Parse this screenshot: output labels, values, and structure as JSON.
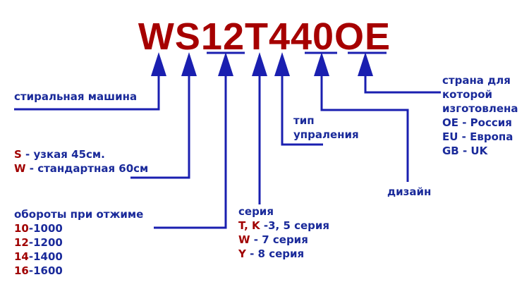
{
  "model_code": "WS12T440OE",
  "colors": {
    "code": "#a60000",
    "arrow": "#1a1fb0",
    "text": "#1a2a9a",
    "accent": "#a00000"
  },
  "labels": {
    "type": "стиральная машина",
    "width": {
      "lines": [
        {
          "key": "S",
          "text": " - узкая 45см."
        },
        {
          "key": "W",
          "text": " - стандартная 60см"
        }
      ]
    },
    "spin": {
      "title": "обороты при отжиме",
      "lines": [
        {
          "key": "10",
          "text": "-1000"
        },
        {
          "key": "12",
          "text": "-1200"
        },
        {
          "key": "14",
          "text": "-1400"
        },
        {
          "key": "16",
          "text": "-1600"
        }
      ]
    },
    "series": {
      "title": "серия",
      "lines": [
        {
          "key": "T, K",
          "text": " -3, 5 серия"
        },
        {
          "key": "W",
          "text": " - 7 серия"
        },
        {
          "key": "Y",
          "text": " - 8 серия"
        }
      ]
    },
    "control": {
      "line1": "тип",
      "line2": "упраления"
    },
    "design": "дизайн",
    "country": {
      "lines": [
        "страна для",
        "которой",
        "изготовлена",
        "OE - Россия",
        "EU - Европа",
        "GB - UK"
      ]
    }
  }
}
